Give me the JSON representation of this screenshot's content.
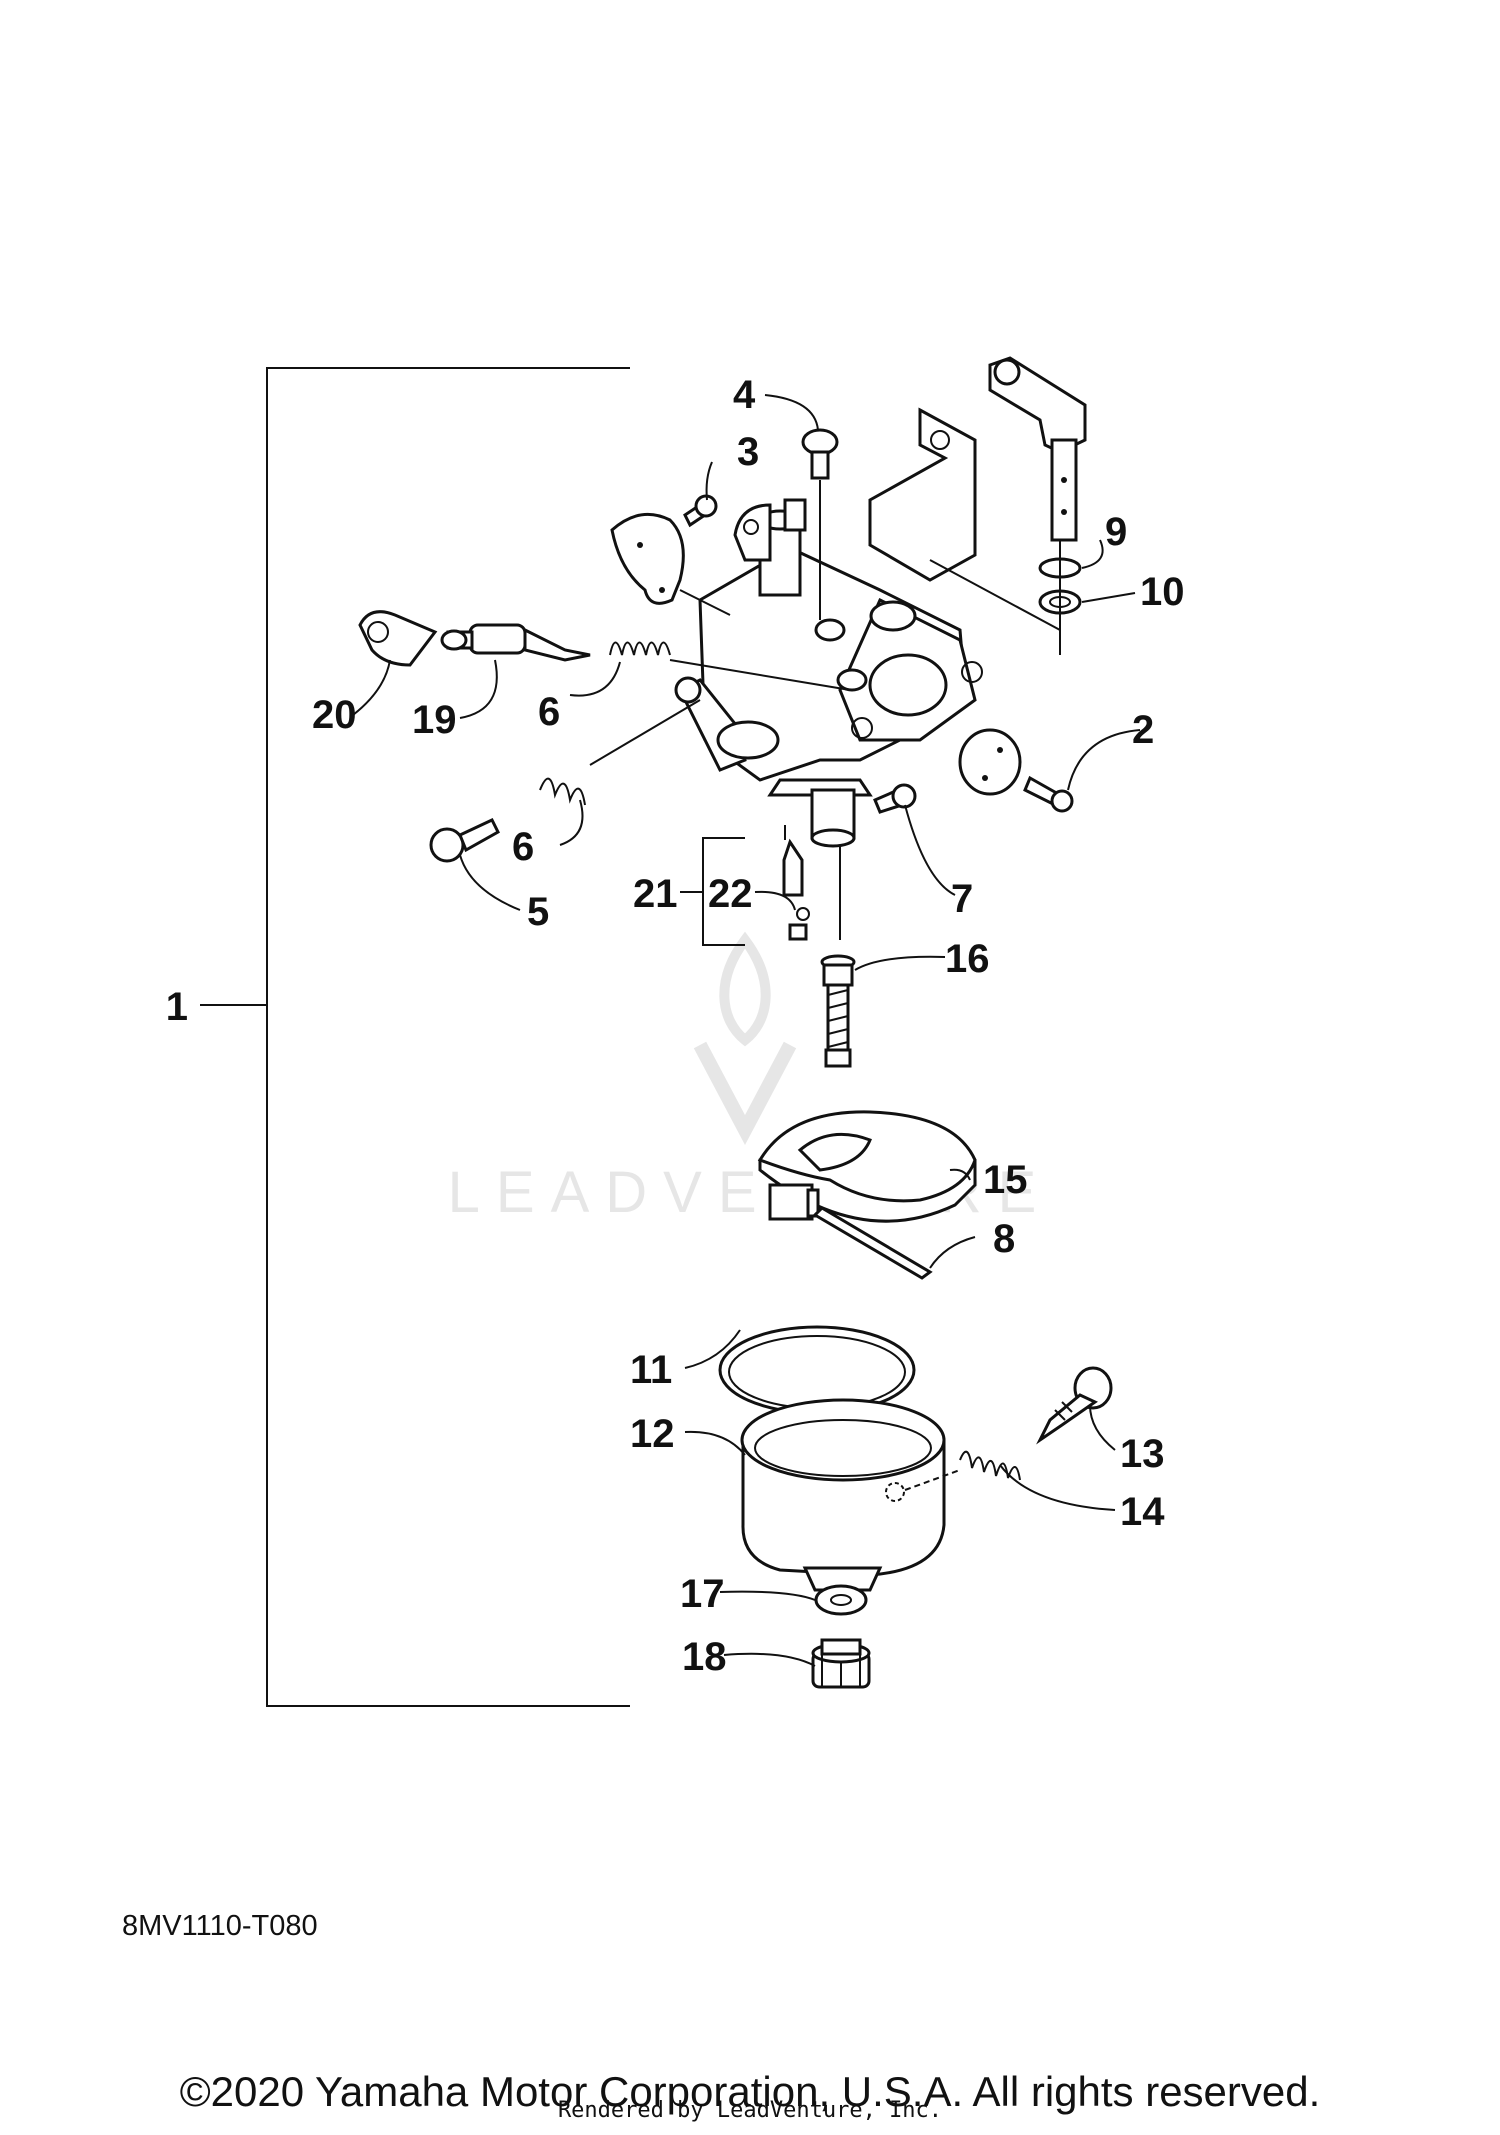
{
  "callouts": [
    {
      "id": "1",
      "label": "1"
    },
    {
      "id": "2",
      "label": "2"
    },
    {
      "id": "3",
      "label": "3"
    },
    {
      "id": "4",
      "label": "4"
    },
    {
      "id": "5",
      "label": "5"
    },
    {
      "id": "6a",
      "label": "6"
    },
    {
      "id": "6b",
      "label": "6"
    },
    {
      "id": "7",
      "label": "7"
    },
    {
      "id": "8",
      "label": "8"
    },
    {
      "id": "9",
      "label": "9"
    },
    {
      "id": "10",
      "label": "10"
    },
    {
      "id": "11",
      "label": "11"
    },
    {
      "id": "12",
      "label": "12"
    },
    {
      "id": "13",
      "label": "13"
    },
    {
      "id": "14",
      "label": "14"
    },
    {
      "id": "15",
      "label": "15"
    },
    {
      "id": "16",
      "label": "16"
    },
    {
      "id": "17",
      "label": "17"
    },
    {
      "id": "18",
      "label": "18"
    },
    {
      "id": "19",
      "label": "19"
    },
    {
      "id": "20",
      "label": "20"
    },
    {
      "id": "21",
      "label": "21"
    },
    {
      "id": "22",
      "label": "22"
    }
  ],
  "watermark": "LEADVENTURE",
  "figure_code": "8MV1110-T080",
  "copyright": "©2020 Yamaha Motor Corporation, U.S.A. All rights reserved.",
  "rendered_by": "Rendered by LeadVenture, Inc."
}
